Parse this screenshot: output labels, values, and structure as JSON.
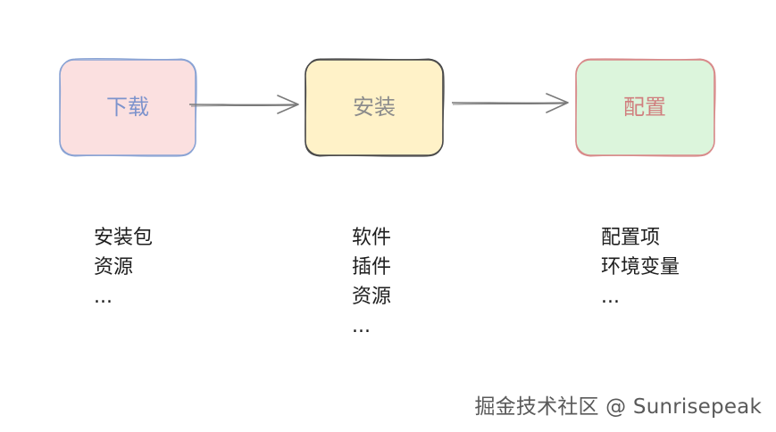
{
  "diagram": {
    "nodes": [
      {
        "id": "download",
        "label": "下载",
        "fill": "#fbe0e0",
        "stroke": "#8aa3d4",
        "text_color": "#7d93cc"
      },
      {
        "id": "install",
        "label": "安装",
        "fill": "#fff2c8",
        "stroke": "#4a4a4a",
        "text_color": "#8c8c8c"
      },
      {
        "id": "configure",
        "label": "配置",
        "fill": "#dcf5dc",
        "stroke": "#d88a8a",
        "text_color": "#d07e7e"
      }
    ],
    "edges": [
      {
        "from": "download",
        "to": "install"
      },
      {
        "from": "install",
        "to": "configure"
      }
    ],
    "lists": [
      {
        "items": [
          "安装包",
          "资源",
          "..."
        ]
      },
      {
        "items": [
          "软件",
          "插件",
          "资源",
          "..."
        ]
      },
      {
        "items": [
          "配置项",
          "环境变量",
          "..."
        ]
      }
    ]
  },
  "watermark": "掘金技术社区 @ Sunrisepeak"
}
